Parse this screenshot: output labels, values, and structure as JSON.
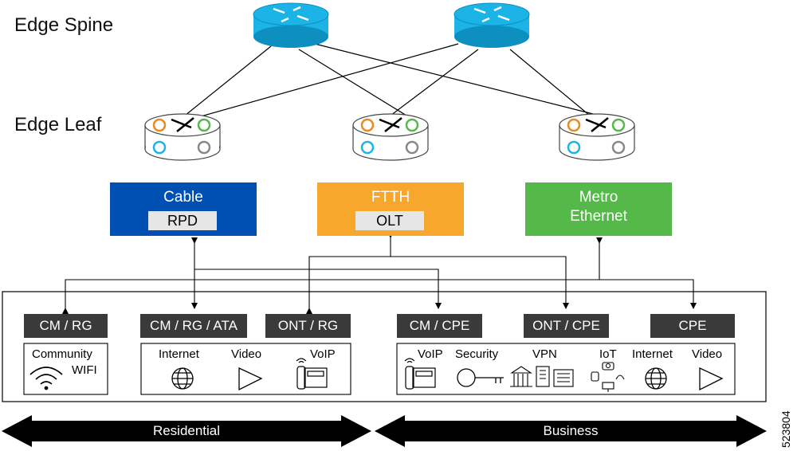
{
  "tiers": {
    "spine": "Edge Spine",
    "leaf": "Edge Leaf"
  },
  "access": {
    "cable": {
      "title": "Cable",
      "sub": "RPD",
      "color": "#0050b4"
    },
    "ftth": {
      "title": "FTTH",
      "sub": "OLT",
      "color": "#f7a72b"
    },
    "metro": {
      "title": "Metro",
      "title2": "Ethernet",
      "color": "#55b94a"
    }
  },
  "devices": {
    "cm_rg": "CM / RG",
    "cm_rg_ata": "CM / RG / ATA",
    "ont_rg": "ONT / RG",
    "cm_cpe": "CM / CPE",
    "ont_cpe": "ONT / CPE",
    "cpe": "CPE"
  },
  "services": {
    "community": "Community",
    "wifi": "WIFI",
    "internet": "Internet",
    "video": "Video",
    "voip": "VoIP",
    "security": "Security",
    "vpn": "VPN",
    "iot": "IoT"
  },
  "segments": {
    "residential": "Residential",
    "business": "Business"
  },
  "figure_id": "523804",
  "colors": {
    "router": "#1cb4e6",
    "router_dark": "#0d8fbf",
    "device": "#3a3a3a"
  }
}
